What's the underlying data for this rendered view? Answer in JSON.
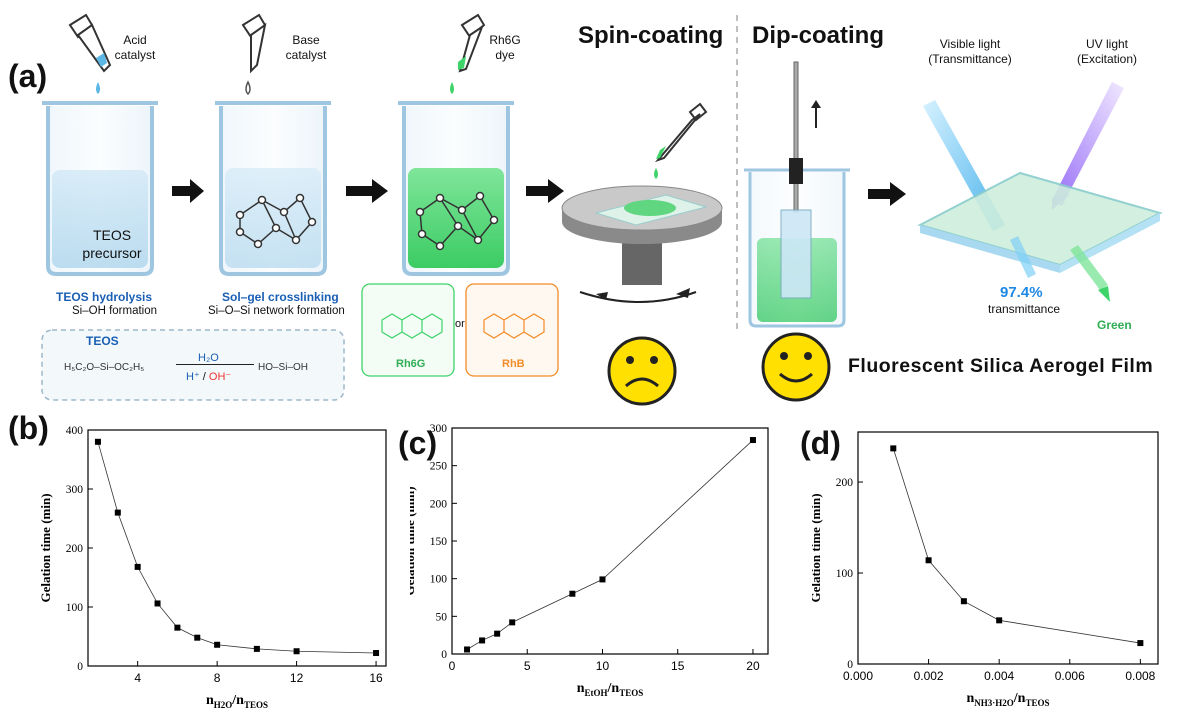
{
  "panel_a": {
    "label": "(a)",
    "spin_title": "Spin-coating",
    "dip_title": "Dip-coating",
    "droppers": [
      "Acid catalyst",
      "Base catalyst",
      "Rh6G dye"
    ],
    "beaker1_text": "TEOS precursor",
    "step1_title": "TEOS hydrolysis",
    "step1_sub": "Si–OH formation",
    "step2_title": "Sol–gel crosslinking",
    "step2_sub": "Si–O–Si network formation",
    "box_title": "TEOS",
    "reagent": "H2O",
    "catalyst": "H+ / OH−",
    "dye1": "Rh6G",
    "dye2": "RhB",
    "or": "or",
    "visible_light": "Visible light (Transmittance)",
    "uv_light": "UV light (Excitation)",
    "transmittance_value": "97.4%",
    "transmittance_label": "transmittance",
    "green_label": "Green",
    "film_label": "Fluorescent Silica Aerogel Film",
    "colors": {
      "green": "#3fd46a",
      "blue": "#1e88e5",
      "uv": "#8b5cf6",
      "orange": "#f28c28",
      "smiley": "#ffe000"
    }
  },
  "chart_data": [
    {
      "panel": "(b)",
      "type": "line",
      "x": [
        2,
        3,
        4,
        5,
        6,
        7,
        8,
        10,
        12,
        16
      ],
      "y": [
        380,
        260,
        168,
        106,
        65,
        48,
        36,
        29,
        25,
        22
      ],
      "xlim": [
        1.5,
        16.5
      ],
      "ylim": [
        0,
        400
      ],
      "xticks": [
        4,
        8,
        12,
        16
      ],
      "yticks": [
        0,
        100,
        200,
        300,
        400
      ],
      "xlabel": "n_H2O/n_TEOS",
      "ylabel": "Gelation time (min)"
    },
    {
      "panel": "(c)",
      "type": "line",
      "x": [
        1,
        2,
        3,
        4,
        8,
        10,
        20
      ],
      "y": [
        6,
        18,
        27,
        42,
        80,
        99,
        284
      ],
      "xlim": [
        0,
        21
      ],
      "ylim": [
        0,
        300
      ],
      "xticks": [
        0,
        5,
        10,
        15,
        20
      ],
      "yticks": [
        0,
        50,
        100,
        150,
        200,
        250,
        300
      ],
      "xlabel": "n_EtOH/n_TEOS",
      "ylabel": "Gelation time (min)"
    },
    {
      "panel": "(d)",
      "type": "line",
      "x": [
        0.001,
        0.002,
        0.003,
        0.004,
        0.008
      ],
      "y": [
        237,
        114,
        69,
        48,
        23
      ],
      "xlim": [
        0,
        0.0085
      ],
      "ylim": [
        0,
        255
      ],
      "xticks": [
        0.0,
        0.002,
        0.004,
        0.006,
        0.008
      ],
      "ytick_labels": [
        "0",
        "100",
        "200"
      ],
      "yticks": [
        0,
        100,
        200
      ],
      "xlabel": "n_NH3·H2O/n_TEOS",
      "ylabel": "Gelation time (min)"
    }
  ]
}
